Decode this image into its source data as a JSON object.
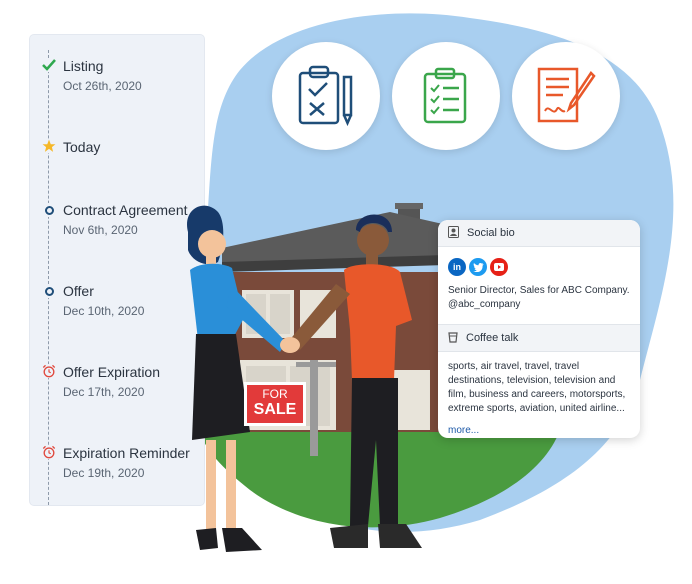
{
  "timeline": {
    "items": [
      {
        "title": "Listing",
        "date": "Oct 26th, 2020",
        "icon": "check-icon"
      },
      {
        "title": "Today",
        "date": "",
        "icon": "star-icon"
      },
      {
        "title": "Contract Agreement",
        "date": "Nov 6th, 2020",
        "icon": "circle-icon"
      },
      {
        "title": "Offer",
        "date": "Dec 10th, 2020",
        "icon": "circle-icon"
      },
      {
        "title": "Offer Expiration",
        "date": "Dec 17th, 2020",
        "icon": "alarm-clock-icon"
      },
      {
        "title": "Expiration Reminder",
        "date": "Dec 19th, 2020",
        "icon": "alarm-clock-icon"
      }
    ]
  },
  "illustration": {
    "sign_line1": "FOR",
    "sign_line2": "SALE",
    "badges": [
      "clipboard-vote-icon",
      "checklist-icon",
      "signed-document-icon"
    ]
  },
  "bio_card": {
    "social_header": "Social bio",
    "social_networks": [
      "linkedin-icon",
      "twitter-icon",
      "youtube-icon"
    ],
    "title_text": "Senior Director, Sales for ABC Company.",
    "handle": "@abc_company",
    "coffee_header": "Coffee talk",
    "interests": "sports, air travel, travel, travel destinations, television, television and film, business and careers, motorsports, extreme sports, aviation, united airline...",
    "more_link": "more..."
  },
  "colors": {
    "blob": "#a9cff0",
    "navy": "#1f4e79",
    "green": "#3aa64b",
    "orange": "#e8582a",
    "check": "#2fa84f",
    "star": "#f5b829",
    "alarm": "#e0483d"
  }
}
